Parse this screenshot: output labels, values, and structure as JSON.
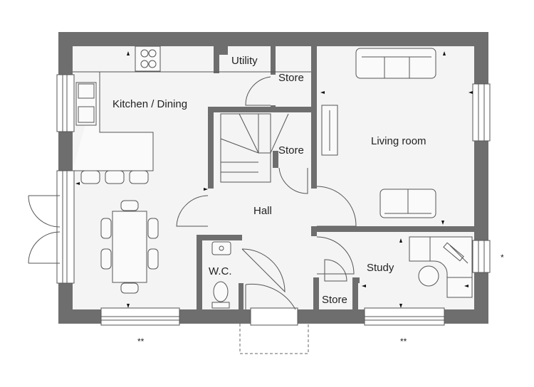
{
  "plan": {
    "rooms": {
      "kitchen_dining": "Kitchen / Dining",
      "utility": "Utility",
      "store_utility": "Store",
      "store_stairs": "Store",
      "living_room": "Living room",
      "hall": "Hall",
      "wc": "W.C.",
      "study": "Study",
      "store_study": "Store"
    },
    "notes": {
      "right_window_marker": "*",
      "bottom_left_window_marker": "**",
      "bottom_right_window_marker": "**"
    },
    "colors": {
      "wall": "#6e6e6e",
      "floor": "#f4f4f4"
    }
  }
}
